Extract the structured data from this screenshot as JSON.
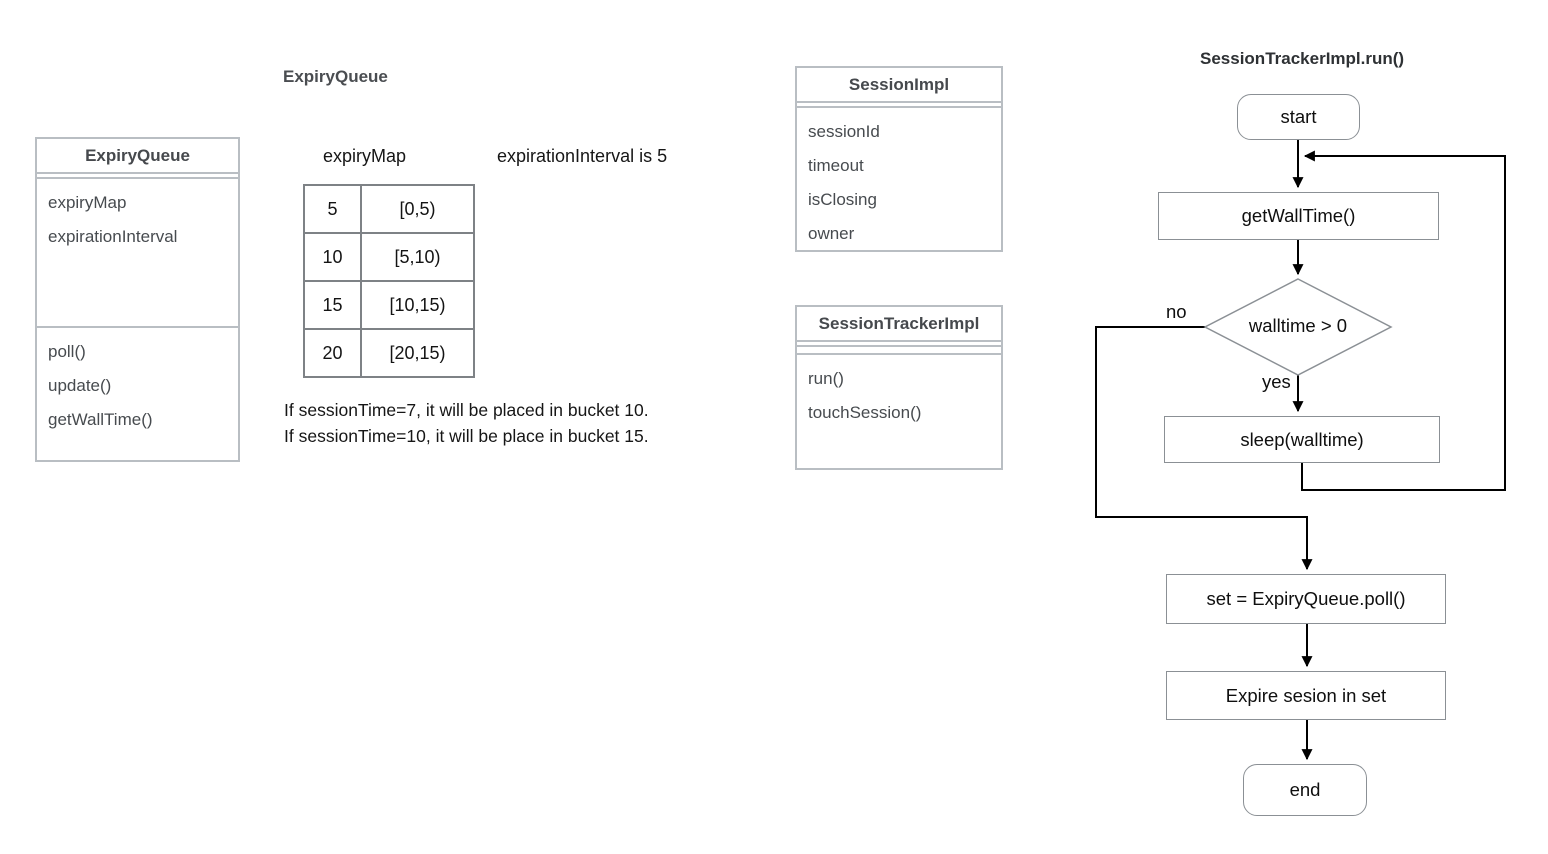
{
  "classes": {
    "expiry_queue": {
      "title": "ExpiryQueue",
      "attributes": [
        "expiryMap",
        "expirationInterval"
      ],
      "methods": [
        "poll()",
        "update()",
        "getWallTime()"
      ]
    },
    "session_impl": {
      "title": "SessionImpl",
      "attributes": [
        "sessionId",
        "timeout",
        "isClosing",
        "owner"
      ]
    },
    "session_tracker_impl": {
      "title": "SessionTrackerImpl",
      "methods": [
        "run()",
        "touchSession()"
      ]
    }
  },
  "expiry_map": {
    "section_title": "ExpiryQueue",
    "map_label": "expiryMap",
    "interval_note": "expirationInterval is 5",
    "rows": [
      {
        "bucket": "5",
        "range": "[0,5)"
      },
      {
        "bucket": "10",
        "range": "[5,10)"
      },
      {
        "bucket": "15",
        "range": "[10,15)"
      },
      {
        "bucket": "20",
        "range": "[20,15)"
      }
    ],
    "notes": [
      "If sessionTime=7, it will be placed in bucket 10.",
      "If sessionTime=10, it will be place in bucket 15."
    ]
  },
  "flowchart": {
    "title": "SessionTrackerImpl.run()",
    "nodes": {
      "start": "start",
      "get_wall_time": "getWallTime()",
      "decision": "walltime > 0",
      "sleep": "sleep(walltime)",
      "poll": "set = ExpiryQueue.poll()",
      "expire": "Expire sesion in set",
      "end": "end"
    },
    "edge_labels": {
      "no": "no",
      "yes": "yes"
    }
  },
  "colors": {
    "class_border": "#b9bec3",
    "table_border": "#7e8286",
    "flow_border": "#8b9095",
    "connector": "#000000",
    "text": "#161616"
  }
}
